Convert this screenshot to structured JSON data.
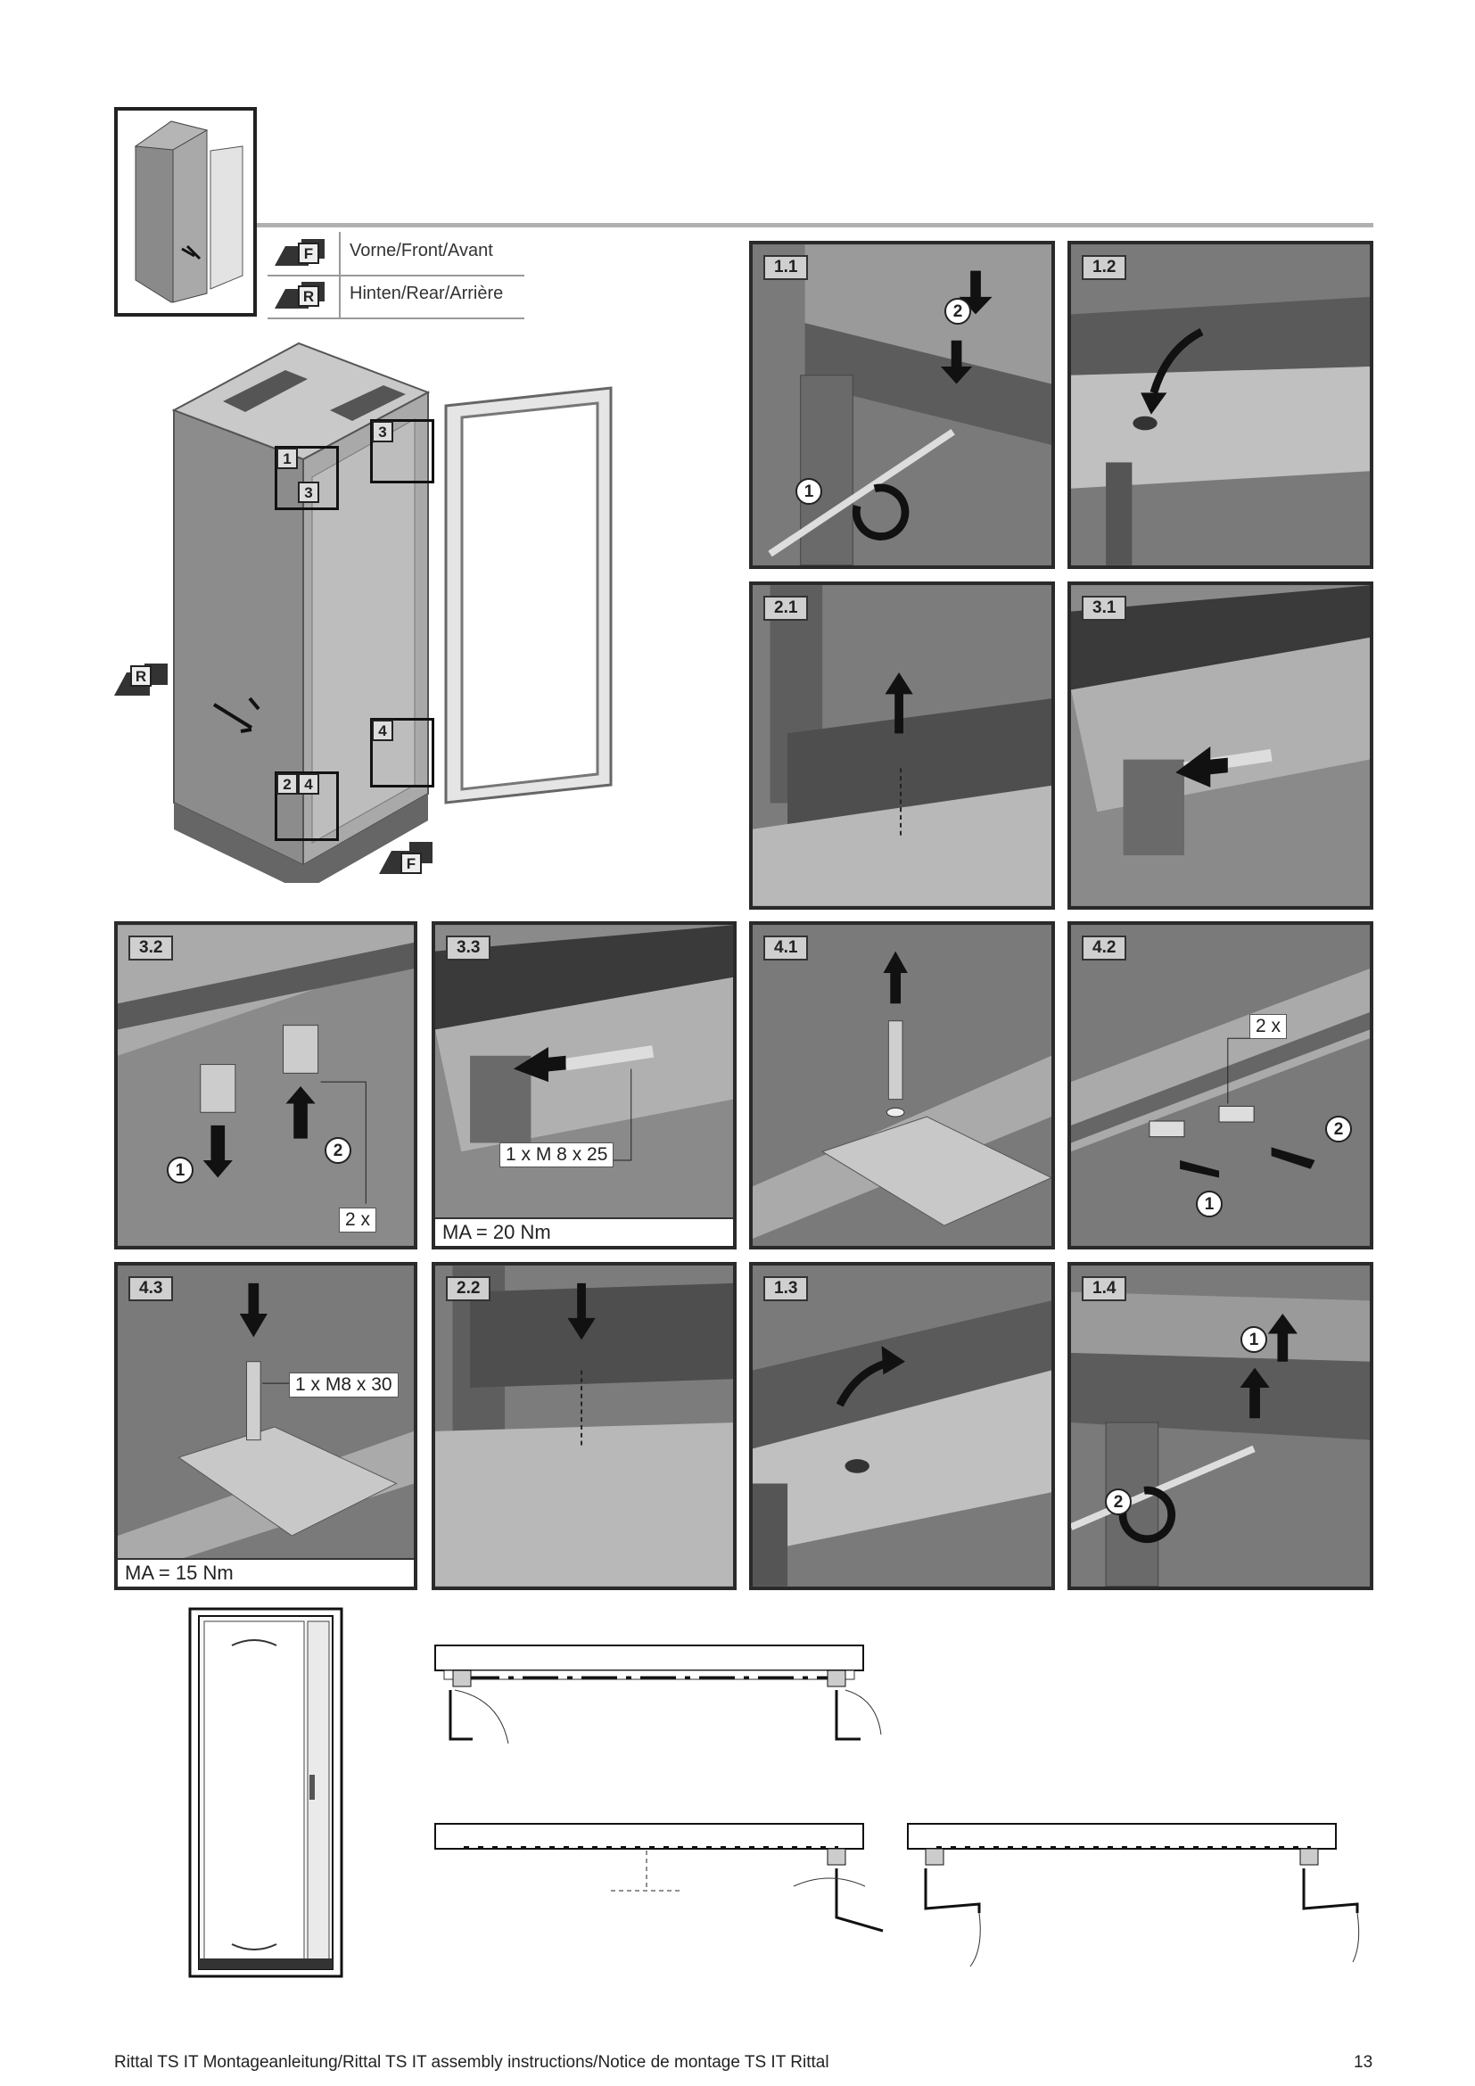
{
  "legend": {
    "front_code": "F",
    "front_text": "Vorne/Front/Avant",
    "rear_code": "R",
    "rear_text": "Hinten/Rear/Arrière"
  },
  "overview": {
    "marker_1": "1",
    "marker_3a": "3",
    "marker_3b": "3",
    "marker_4": "4",
    "marker_2": "2",
    "marker_4b": "4",
    "rear_code": "R",
    "front_code": "F"
  },
  "panels": {
    "p1_1": {
      "label": "1.1",
      "badge_a": "2",
      "badge_b": "1"
    },
    "p1_2": {
      "label": "1.2"
    },
    "p2_1": {
      "label": "2.1"
    },
    "p3_1": {
      "label": "3.1"
    },
    "p3_2": {
      "label": "3.2",
      "badge_a": "1",
      "badge_b": "2",
      "caption": "2 x"
    },
    "p3_3": {
      "label": "3.3",
      "caption": "1 x M 8 x 25",
      "torque": "MA = 20 Nm"
    },
    "p4_1": {
      "label": "4.1"
    },
    "p4_2": {
      "label": "4.2",
      "caption": "2 x",
      "badge_a": "2",
      "badge_b": "1"
    },
    "p4_3": {
      "label": "4.3",
      "caption": "1 x M8 x 30",
      "torque": "MA = 15 Nm"
    },
    "p2_2": {
      "label": "2.2"
    },
    "p1_3": {
      "label": "1.3"
    },
    "p1_4": {
      "label": "1.4",
      "badge_a": "1",
      "badge_b": "2"
    }
  },
  "footer": {
    "text": "Rittal TS IT Montageanleitung/Rittal TS IT assembly instructions/Notice de montage TS IT Rittal",
    "page_number": "13"
  }
}
